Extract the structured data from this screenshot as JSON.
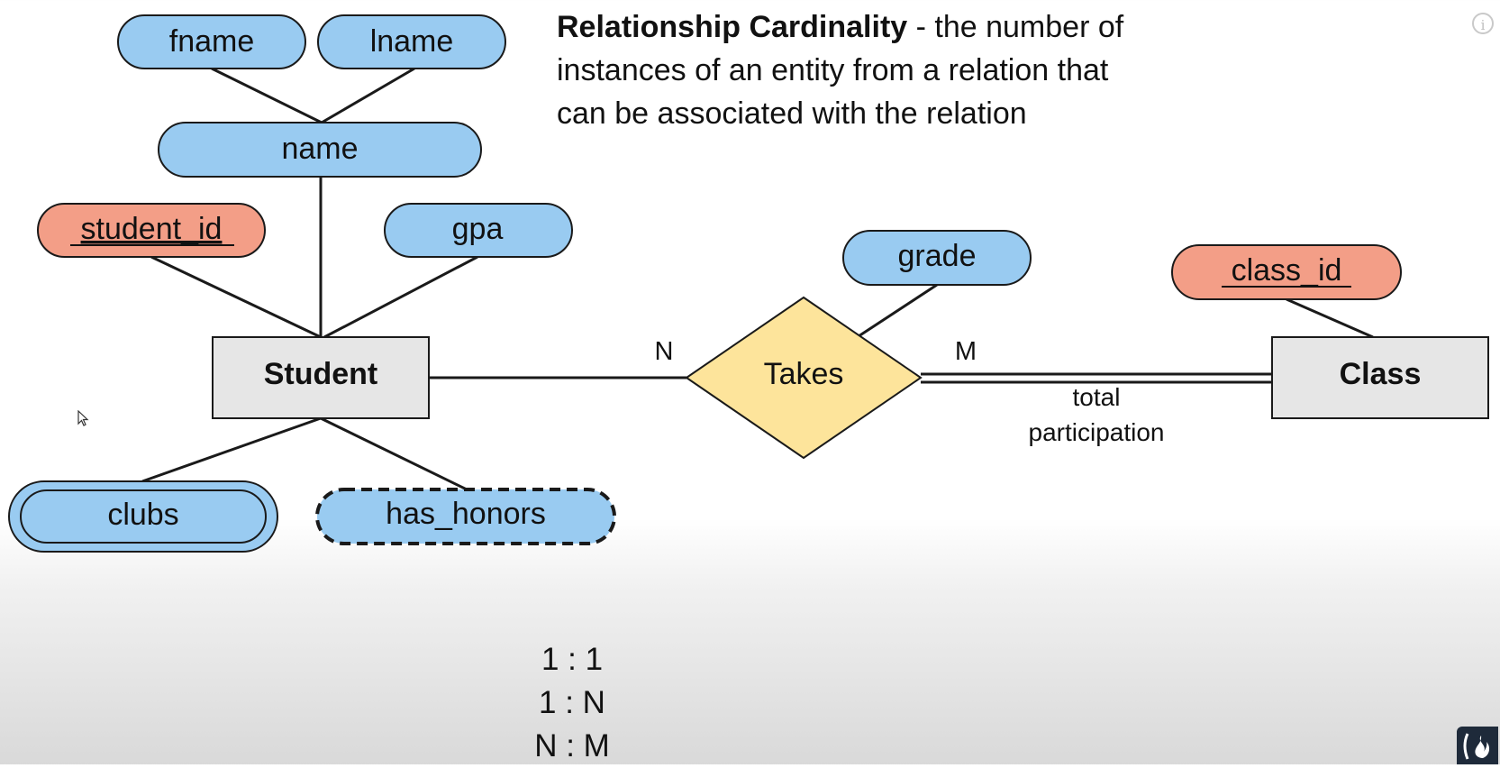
{
  "definition": {
    "term": "Relationship Cardinality",
    "text": " - the number of instances of an entity from a relation that can be associated with the relation"
  },
  "entities": {
    "student": "Student",
    "class": "Class"
  },
  "relationship": {
    "label": "Takes",
    "left_cardinality": "N",
    "right_cardinality": "M",
    "participation_line1": "total",
    "participation_line2": "participation"
  },
  "attributes": {
    "fname": "fname",
    "lname": "lname",
    "name": "name",
    "student_id": "student_id",
    "gpa": "gpa",
    "grade": "grade",
    "class_id": "class_id",
    "clubs": "clubs",
    "has_honors": "has_honors"
  },
  "cardinality_types": [
    "1 : 1",
    "1 : N",
    "N : M"
  ],
  "colors": {
    "attribute_fill": "#99cbf1",
    "key_attribute_fill": "#f39e87",
    "entity_fill": "#e6e6e6",
    "relationship_fill": "#fde49b",
    "stroke": "#1a1a1a"
  },
  "icons": {
    "info": "info-icon",
    "cursor": "mouse-cursor-icon",
    "logo": "flame-logo-icon"
  }
}
